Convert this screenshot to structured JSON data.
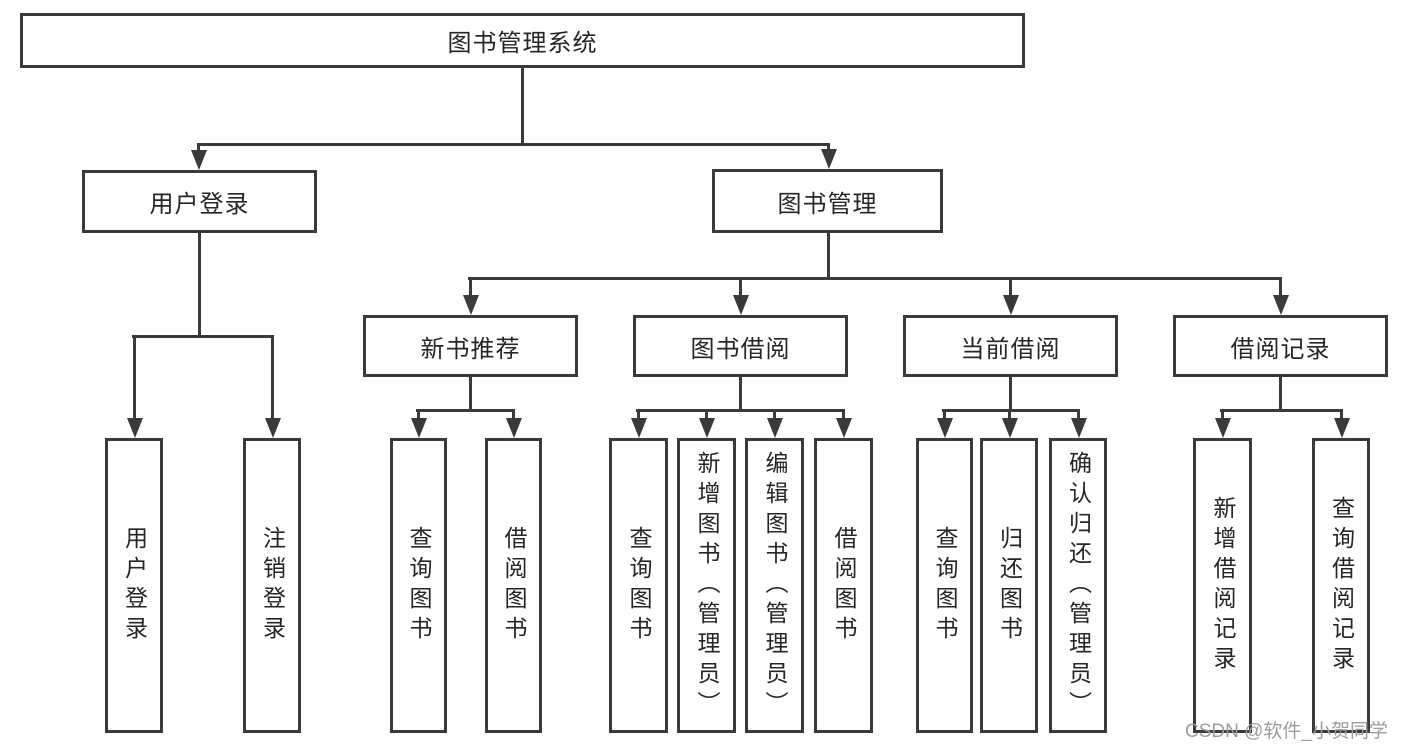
{
  "diagram": {
    "title": "图书管理系统",
    "branches": [
      {
        "label": "用户登录",
        "children": [
          {
            "label": "用户登录"
          },
          {
            "label": "注销登录"
          }
        ]
      },
      {
        "label": "图书管理",
        "sections": [
          {
            "label": "新书推荐",
            "children": [
              {
                "label": "查询图书"
              },
              {
                "label": "借阅图书"
              }
            ]
          },
          {
            "label": "图书借阅",
            "children": [
              {
                "label": "查询图书"
              },
              {
                "label": "新增图书（管理员）"
              },
              {
                "label": "编辑图书（管理员）"
              },
              {
                "label": "借阅图书"
              }
            ]
          },
          {
            "label": "当前借阅",
            "children": [
              {
                "label": "查询图书"
              },
              {
                "label": "归还图书"
              },
              {
                "label": "确认归还（管理员）"
              }
            ]
          },
          {
            "label": "借阅记录",
            "children": [
              {
                "label": "新增借阅记录"
              },
              {
                "label": "查询借阅记录"
              }
            ]
          }
        ]
      }
    ],
    "watermark": "CSDN @软件_小贺同学"
  }
}
